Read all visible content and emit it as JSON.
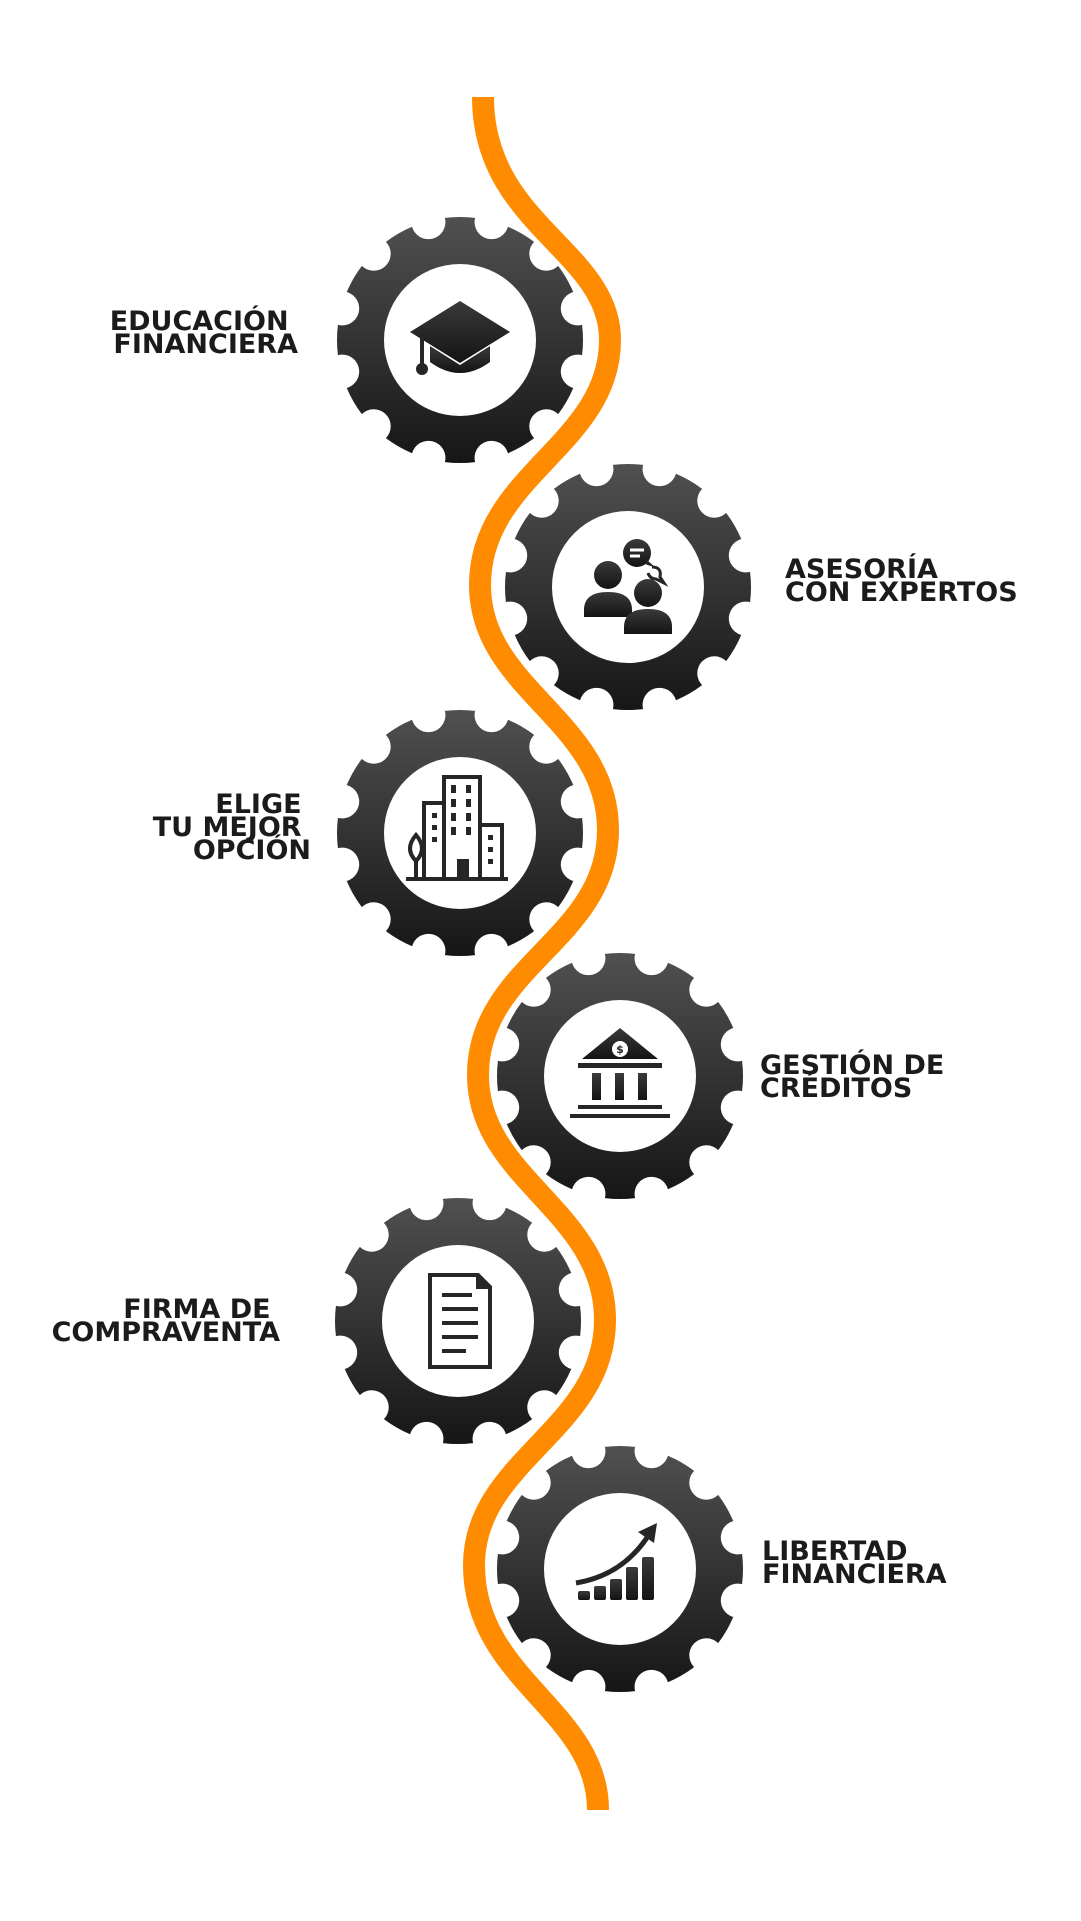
{
  "colors": {
    "accent": "#ff8c00",
    "gear_top": "#505050",
    "gear_bottom": "#161616",
    "icon_fill": "#262626",
    "circle": "#ffffff",
    "text": "#1b1b1b"
  },
  "steps": [
    {
      "icon": "graduation-cap-icon",
      "lines": [
        "EDUCACIÓN",
        "FINANCIERA"
      ]
    },
    {
      "icon": "experts-chat-icon",
      "lines": [
        "ASESORÍA",
        "CON EXPERTOS"
      ]
    },
    {
      "icon": "buildings-icon",
      "lines": [
        "ELIGE",
        "TU MEJOR",
        "OPCIÓN"
      ]
    },
    {
      "icon": "bank-icon",
      "lines": [
        "GESTIÓN DE",
        "CRÉDITOS"
      ]
    },
    {
      "icon": "document-icon",
      "lines": [
        "FIRMA DE",
        "COMPRAVENTA"
      ]
    },
    {
      "icon": "growth-chart-icon",
      "lines": [
        "LIBERTAD",
        "FINANCIERA"
      ]
    }
  ]
}
